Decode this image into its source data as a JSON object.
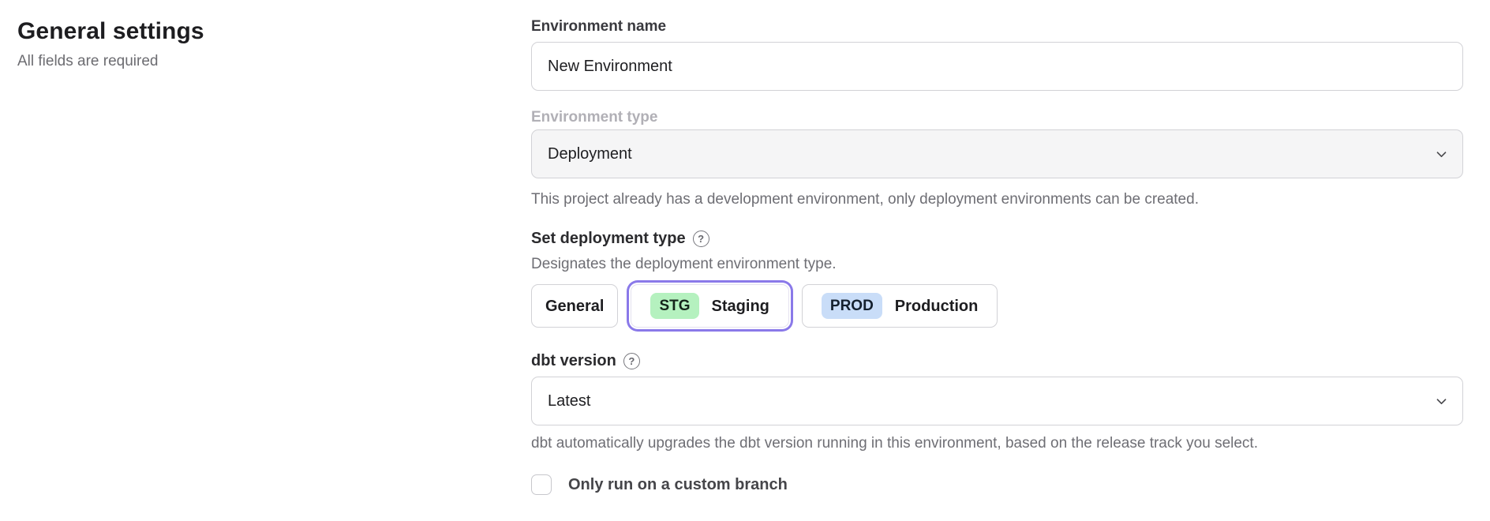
{
  "header": {
    "title": "General settings",
    "subtitle": "All fields are required"
  },
  "icons": {
    "help": "?",
    "chevron_down": "chevron-down"
  },
  "colors": {
    "accent_purple": "#8a79e9",
    "badge_green_bg": "#b5f1bf",
    "badge_blue_bg": "#c9ddf8",
    "input_border": "#d2d2d6",
    "disabled_field_bg": "#f5f5f6",
    "helper_text": "#6e6e74"
  },
  "form": {
    "environment_name": {
      "label": "Environment name",
      "value": "New Environment"
    },
    "environment_type": {
      "label": "Environment type",
      "value": "Deployment",
      "disabled": true,
      "helper": "This project already has a development environment, only deployment environments can be created."
    },
    "deployment_type": {
      "label": "Set deployment type",
      "description": "Designates the deployment environment type.",
      "options": [
        {
          "label": "General",
          "badge": "",
          "selected": false
        },
        {
          "label": "Staging",
          "badge": "STG",
          "selected": true
        },
        {
          "label": "Production",
          "badge": "PROD",
          "selected": false
        }
      ]
    },
    "dbt_version": {
      "label": "dbt version",
      "value": "Latest",
      "helper": "dbt automatically upgrades the dbt version running in this environment, based on the release track you select."
    },
    "custom_branch": {
      "label": "Only run on a custom branch",
      "checked": false
    }
  }
}
